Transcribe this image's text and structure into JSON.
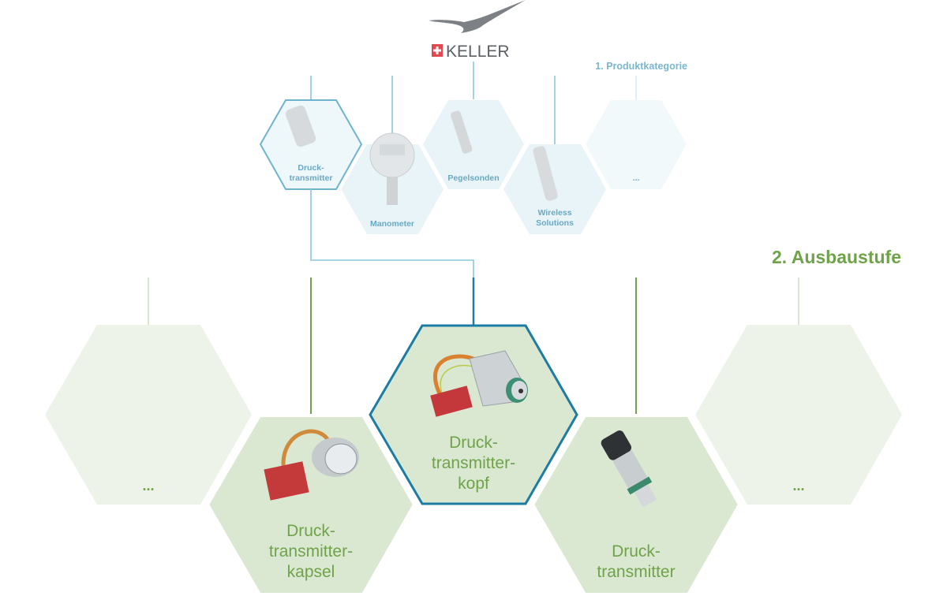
{
  "brand": {
    "name": "KELLER"
  },
  "level1": {
    "title": "1. Produktkategorie",
    "items": [
      {
        "line1": "Druck-",
        "line2": "transmitter",
        "selected": true
      },
      {
        "line1": "Manometer"
      },
      {
        "line1": "Pegelsonden"
      },
      {
        "line1": "Wireless",
        "line2": "Solutions"
      },
      {
        "line1": "..."
      }
    ]
  },
  "level2": {
    "title": "2. Ausbaustufe",
    "items": [
      {
        "line1": "..."
      },
      {
        "line1": "Druck-",
        "line2": "transmitter-",
        "line3": "kapsel"
      },
      {
        "line1": "Druck-",
        "line2": "transmitter-",
        "line3": "kopf",
        "selected": true
      },
      {
        "line1": "Druck-",
        "line2": "transmitter"
      },
      {
        "line1": "..."
      }
    ]
  },
  "colors": {
    "blue_line": "#8cc6da",
    "blue_selected": "#1d7ca3",
    "green": "#6ea34a",
    "green_fill": "#dbe8d1",
    "green_light": "#edf3e8",
    "blue_fill": "#eaf5f9"
  }
}
